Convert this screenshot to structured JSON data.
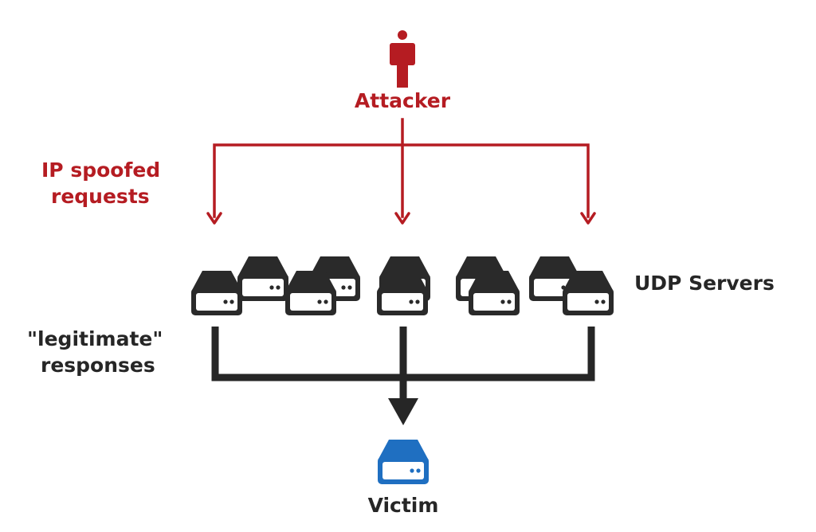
{
  "labels": {
    "attacker": "Attacker",
    "ip_spoofed_line1": "IP spoofed",
    "ip_spoofed_line2": "requests",
    "udp_servers": "UDP Servers",
    "legit_line1": "\"legitimate\"",
    "legit_line2": "responses",
    "victim": "Victim"
  },
  "colors": {
    "attack": "#b51c22",
    "server": "#2a2a2a",
    "response": "#262626",
    "victim": "#1f6fc1"
  },
  "icons": {
    "attacker": "person-icon",
    "server": "server-icon",
    "victim": "server-icon"
  }
}
